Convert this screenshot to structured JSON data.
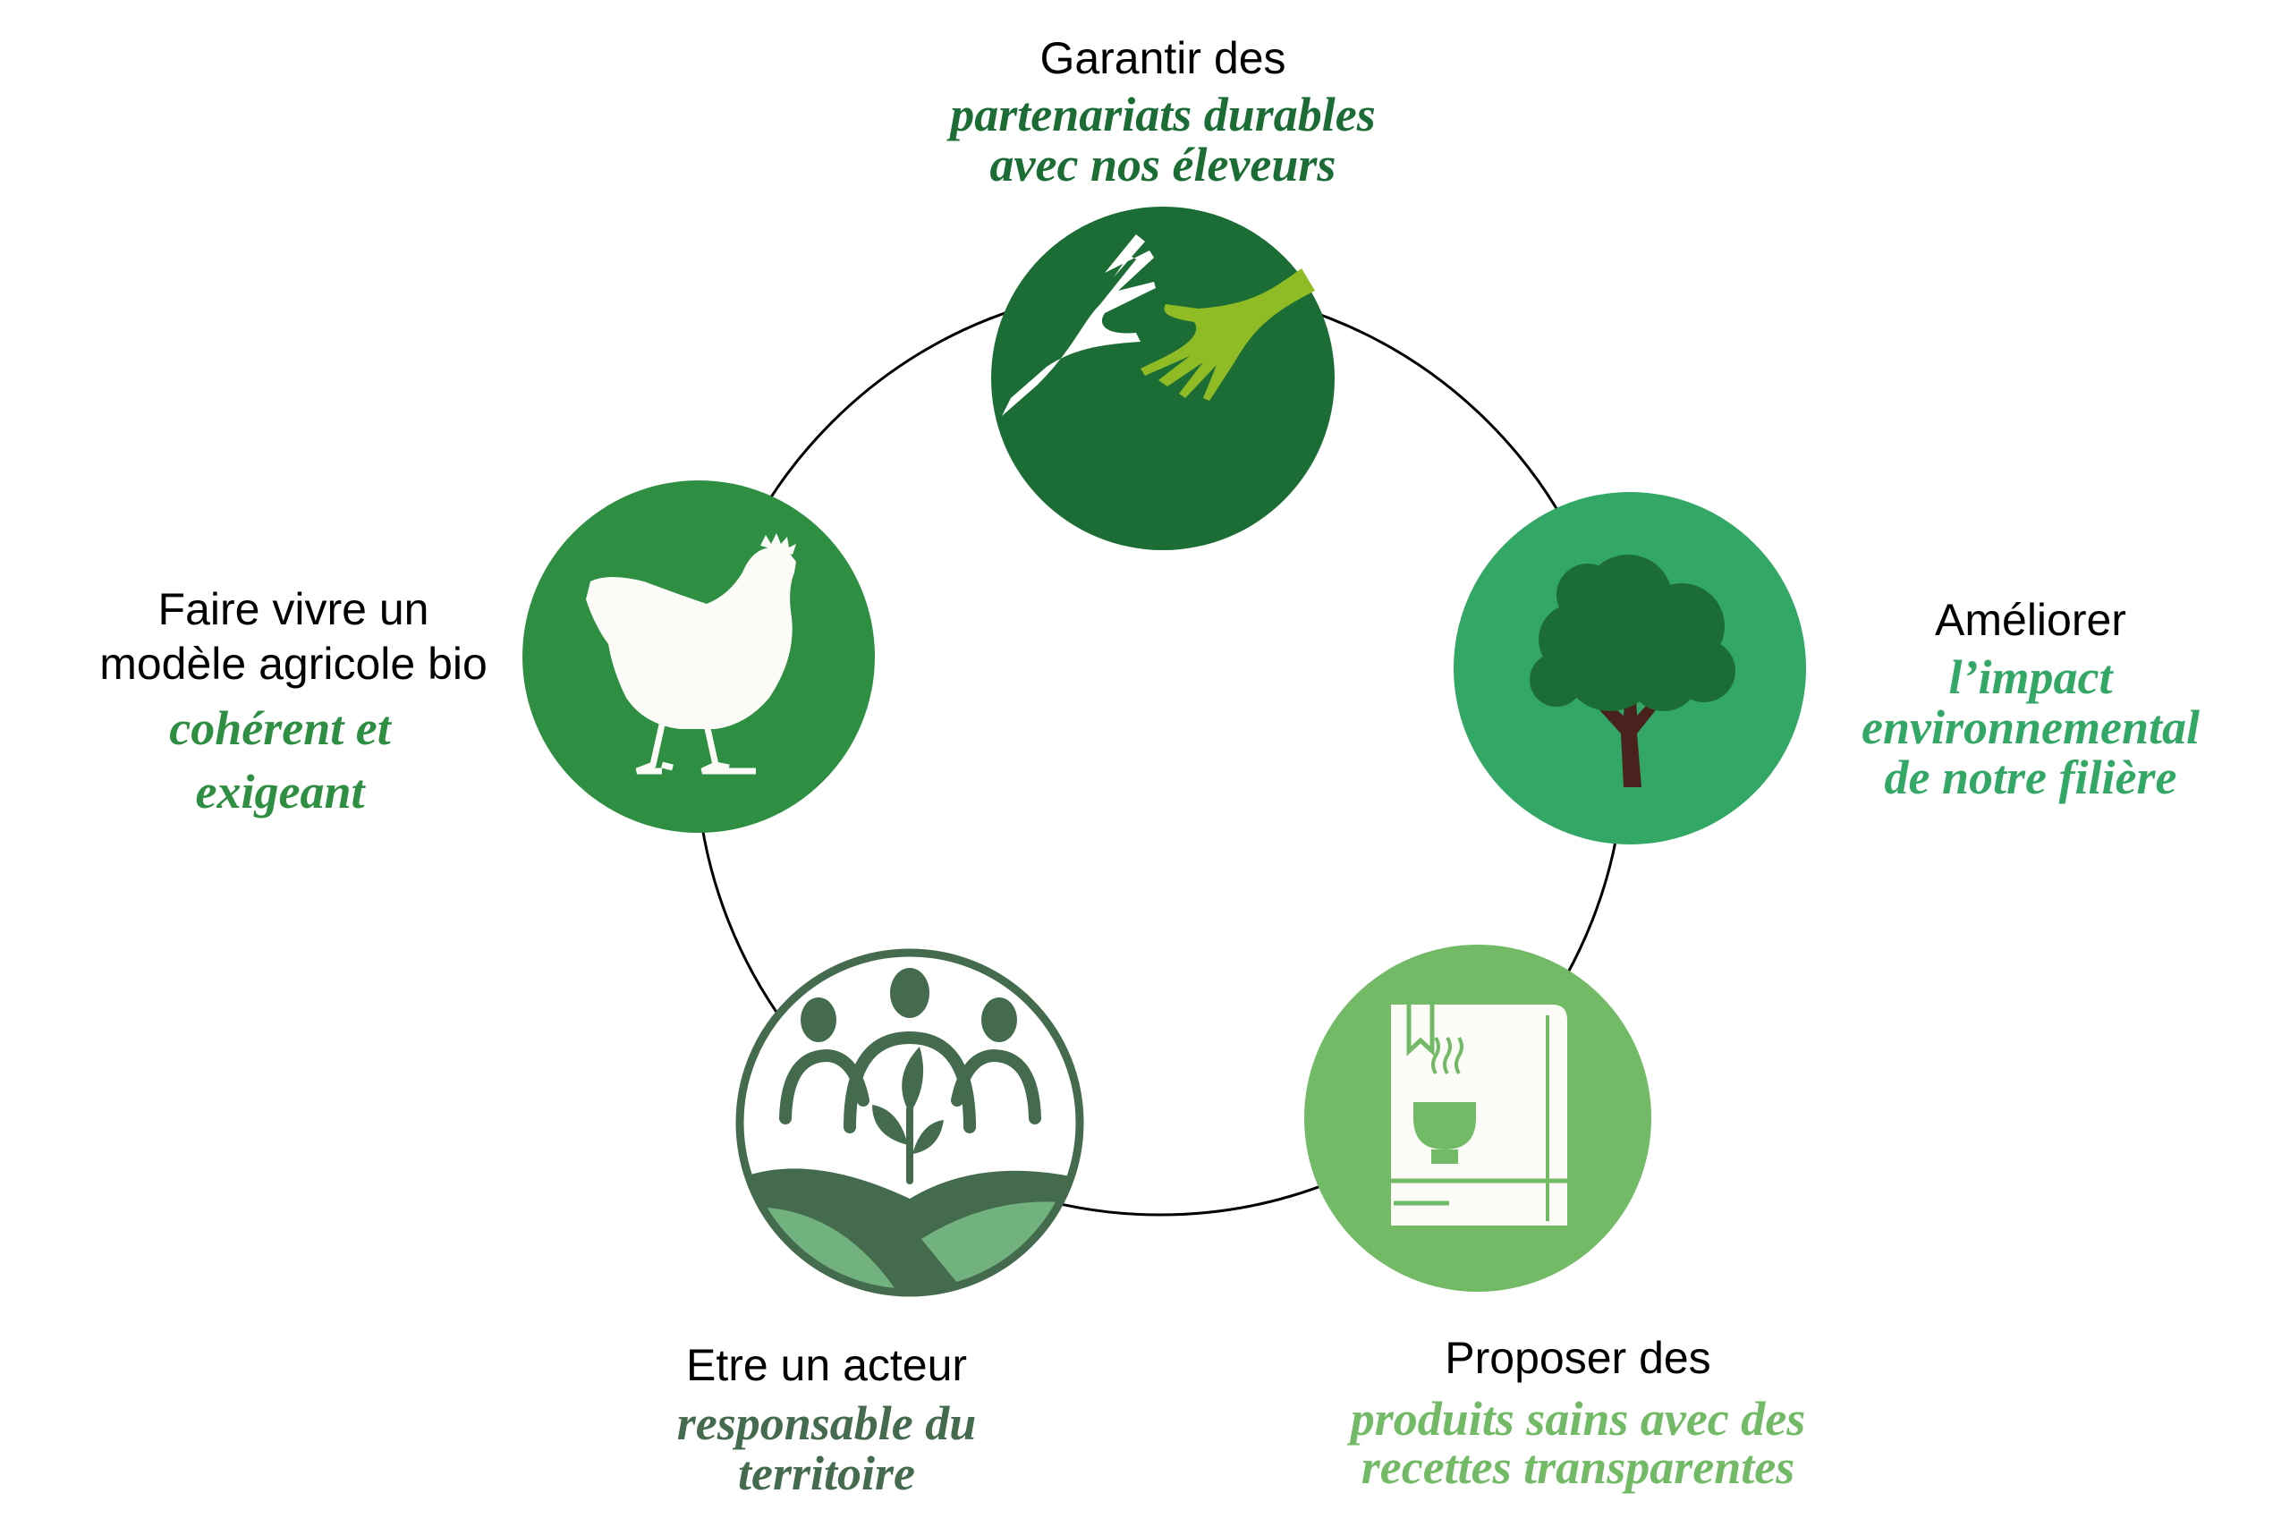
{
  "colors": {
    "partenariats": "#1c6d35",
    "modele": "#2e8f43",
    "impact": "#33a866",
    "produits": "#72ba66",
    "territoire": "#456b4e",
    "hand_light": "#8fbb25"
  },
  "items": [
    {
      "id": "partenariats",
      "icon": "hands-icon",
      "title": "Garantir des",
      "emphasis": [
        "partenariats durables",
        "avec nos éleveurs"
      ]
    },
    {
      "id": "impact",
      "icon": "tree-icon",
      "title": "Améliorer",
      "emphasis": [
        "l’impact",
        "environnemental",
        "de notre filière"
      ]
    },
    {
      "id": "produits",
      "icon": "recipe-book-icon",
      "title": "Proposer des",
      "emphasis": [
        "produits sains avec des",
        "recettes transparentes"
      ]
    },
    {
      "id": "territoire",
      "icon": "community-plant-icon",
      "title": "Etre un acteur",
      "emphasis": [
        "responsable du",
        "territoire"
      ]
    },
    {
      "id": "modele",
      "icon": "chicken-icon",
      "title_lines": [
        "Faire vivre un",
        "modèle agricole bio"
      ],
      "emphasis": [
        "cohérent et",
        "exigeant"
      ]
    }
  ]
}
